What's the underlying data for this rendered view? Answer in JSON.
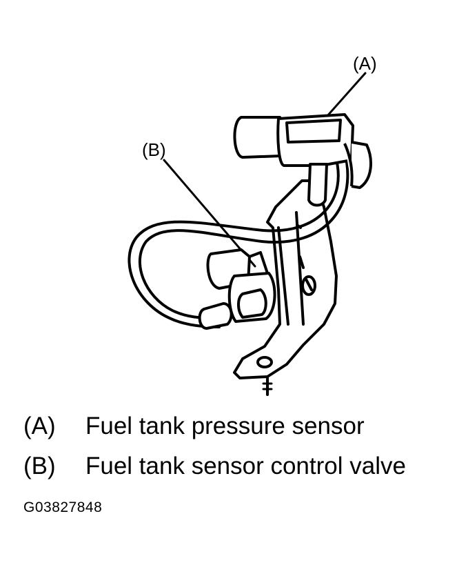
{
  "callouts": {
    "a": "(A)",
    "b": "(B)"
  },
  "legend": [
    {
      "key": "(A)",
      "text": "Fuel tank pressure sensor"
    },
    {
      "key": "(B)",
      "text": "Fuel tank sensor control valve"
    }
  ],
  "figure_id": "G03827848"
}
